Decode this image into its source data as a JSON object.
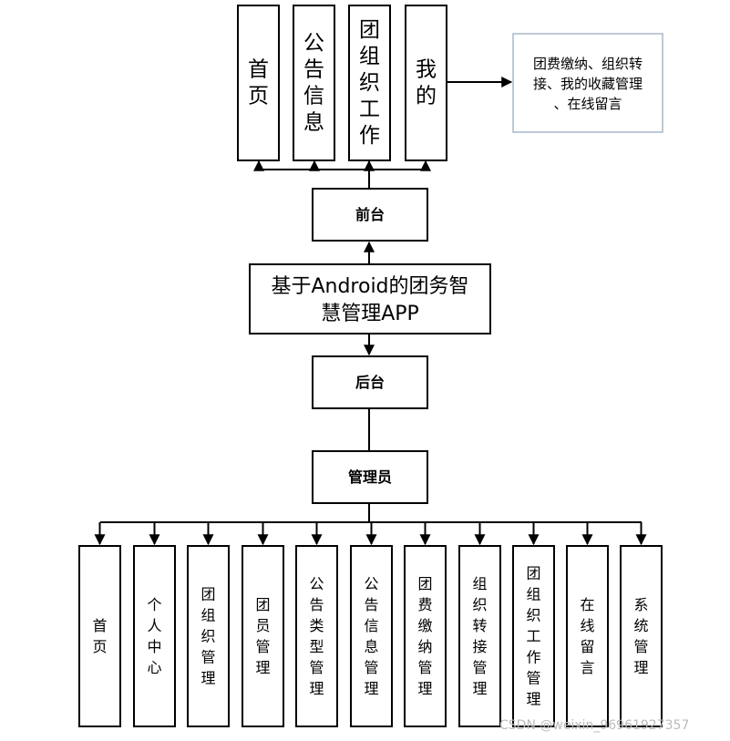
{
  "center_title": [
    "基于Android的团务智",
    "慧管理APP"
  ],
  "frontend_label": "前台",
  "backend_label": "后台",
  "admin_label": "管理员",
  "frontend_modules": [
    "首页",
    "公告信息",
    "团组织工作",
    "我的"
  ],
  "my_submodules_note": [
    "团费缴纳、组织转",
    "接、我的收藏管理",
    "、在线留言"
  ],
  "admin_modules": [
    "首页",
    "个人中心",
    "团组织管理",
    "团员管理",
    "公告类型管理",
    "公告信息管理",
    "团费缴纳管理",
    "组织转接管理",
    "团组织工作管理",
    "在线留言",
    "系统管理"
  ],
  "watermark": "CSDN @weixin_96961927357"
}
